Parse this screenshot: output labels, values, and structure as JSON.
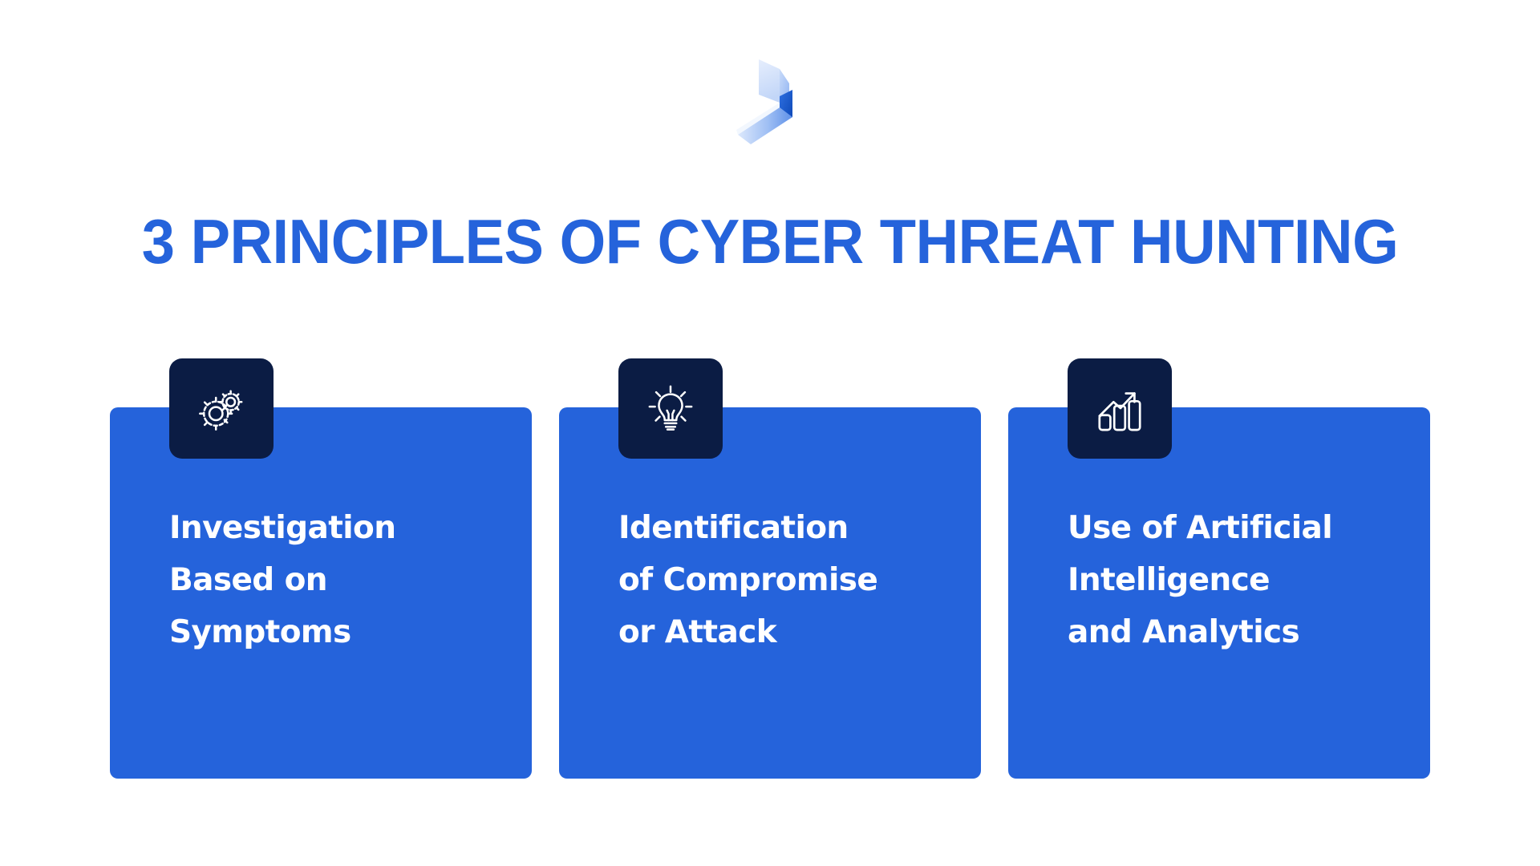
{
  "slide": {
    "background_color": "#FFFFFF",
    "accent_color": "#2563DB",
    "icon_box_color": "#0B1C44",
    "text_on_card_color": "#FFFFFF",
    "title": "3 PRINCIPLES OF CYBER THREAT HUNTING"
  },
  "logo": {
    "name": "isometric-b-logo",
    "colors": {
      "light": "#DCE7FB",
      "mid": "#9DBDF5",
      "dark": "#1B5FD9",
      "deep": "#0F49B8"
    }
  },
  "cards": [
    {
      "icon": "gears-icon",
      "title": "Investigation\nBased on\nSymptoms"
    },
    {
      "icon": "lightbulb-icon",
      "title": "Identification\nof Compromise\nor Attack"
    },
    {
      "icon": "bar-chart-growth-icon",
      "title": "Use of Artificial\nIntelligence\nand Analytics"
    }
  ]
}
